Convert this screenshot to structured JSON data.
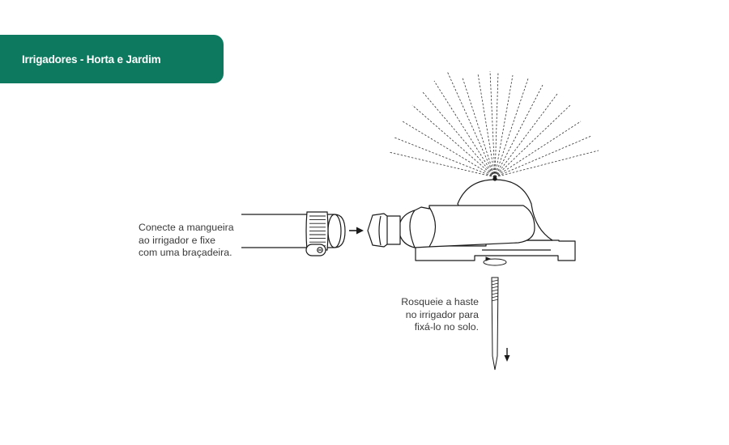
{
  "header": {
    "title": "Irrigadores - Horta e Jardim",
    "background": "#0d7a5f"
  },
  "instructions": [
    {
      "lines": [
        "Conecte a mangueira",
        "ao irrigador e fixe",
        "com uma braçadeira."
      ]
    },
    {
      "lines": [
        "Rosqueie a haste",
        "no irrigador para",
        "fixá-lo no solo."
      ]
    }
  ],
  "icons": {
    "hose": "hose-with-clamp-icon",
    "connect_arrow": "arrow-right-icon",
    "sprinkler": "sprinkler-icon",
    "spray": "water-spray-icon",
    "rotate": "rotate-arrow-icon",
    "stake": "ground-stake-icon",
    "down_arrow": "arrow-down-icon"
  }
}
